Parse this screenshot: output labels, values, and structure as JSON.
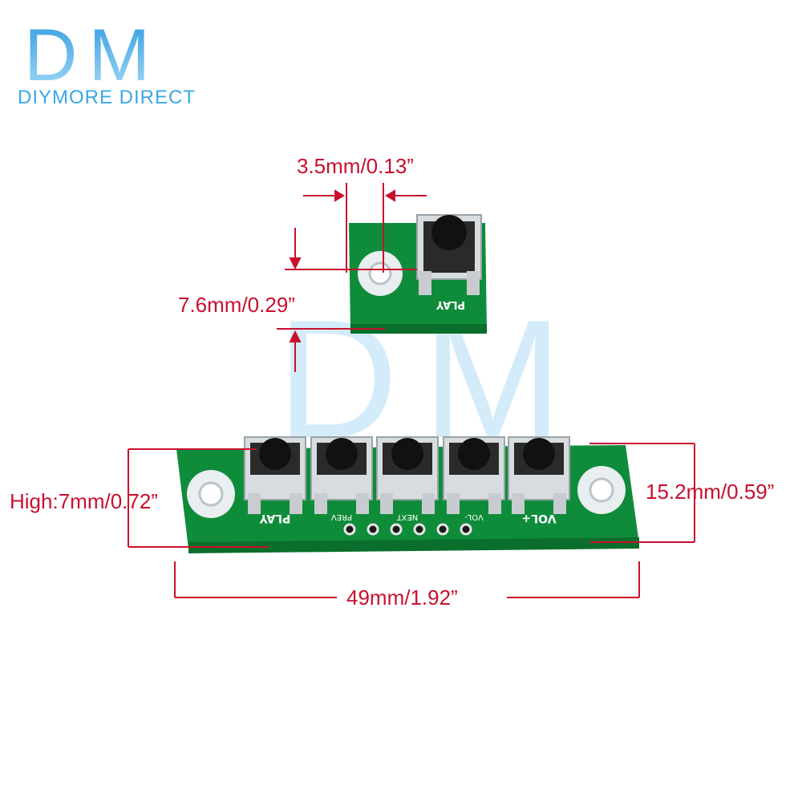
{
  "logo": {
    "mark": "DM",
    "brand": "DIYMORE DIRECT",
    "watermark": "DM"
  },
  "colors": {
    "dimension": "#c8102e",
    "logo_blue": "#3aa7e6",
    "logo_gradient_bottom": "#9bd4f3",
    "pcb_green": "#0f8c3a",
    "pcb_edge": "#0a6e2c"
  },
  "dimensions": {
    "hole_offset": "3.5mm/0.13”",
    "hole_height": "7.6mm/0.29”",
    "board_height": "High:7mm/0.72”",
    "board_width_short": "15.2mm/0.59”",
    "board_length": "49mm/1.92”"
  },
  "small_board": {
    "button_label": "PLAY"
  },
  "large_board": {
    "button_labels": [
      "PLAY",
      "PREV",
      "NEXT",
      "VOL-",
      "VOL+"
    ]
  }
}
